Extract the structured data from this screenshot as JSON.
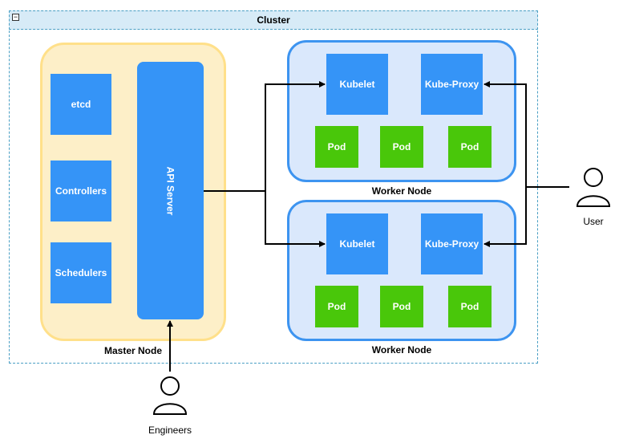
{
  "cluster": {
    "title": "Cluster",
    "collapse_symbol": "−"
  },
  "master": {
    "label": "Master Node",
    "components": [
      "etcd",
      "Controllers",
      "Schedulers"
    ],
    "api_server": "API Server"
  },
  "workers": [
    {
      "label": "Worker Node",
      "kubelet": "Kubelet",
      "kube_proxy": "Kube-Proxy",
      "pods": [
        "Pod",
        "Pod",
        "Pod"
      ]
    },
    {
      "label": "Worker Node",
      "kubelet": "Kubelet",
      "kube_proxy": "Kube-Proxy",
      "pods": [
        "Pod",
        "Pod",
        "Pod"
      ]
    }
  ],
  "actors": {
    "user": "User",
    "engineers": "Engineers"
  },
  "colors": {
    "component_blue": "#3594f7",
    "pod_green": "#49c70a",
    "master_fill": "#fdefc8",
    "worker_fill": "#dae8fc"
  }
}
